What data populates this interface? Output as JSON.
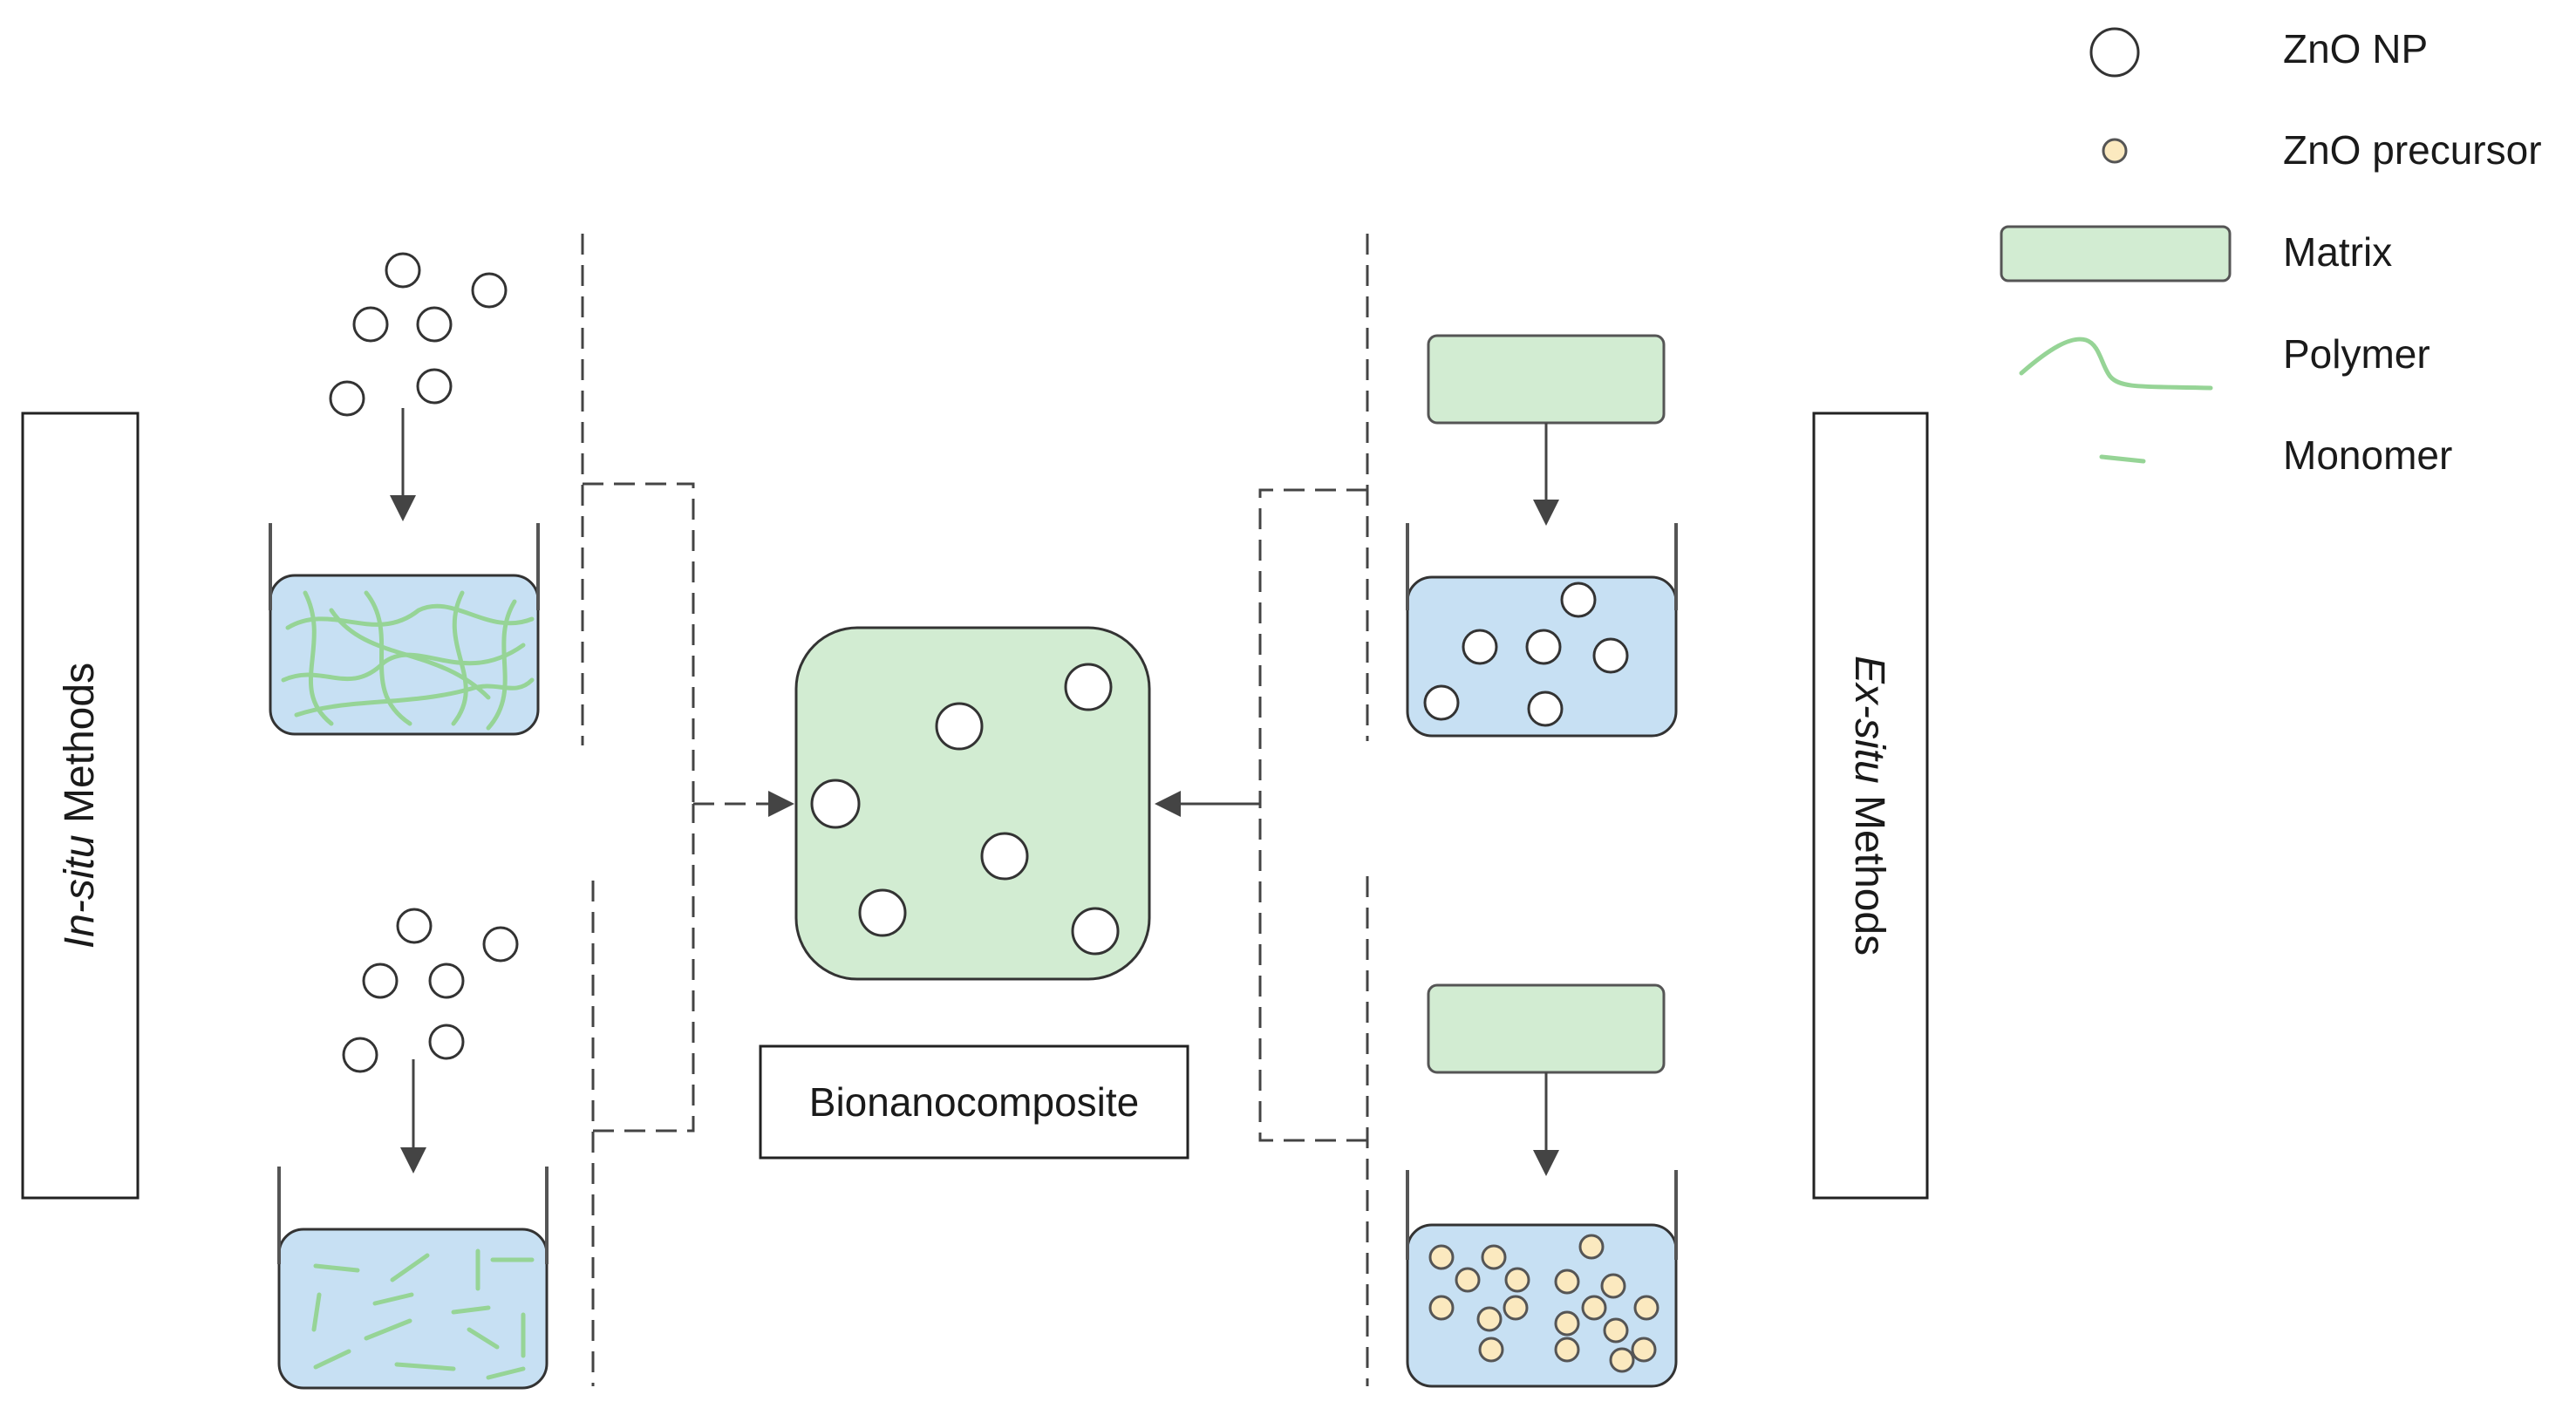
{
  "legend": {
    "zno_np": "ZnO NP",
    "zno_precursor": "ZnO precursor",
    "matrix": "Matrix",
    "polymer": "Polymer",
    "monomer": "Monomer"
  },
  "in_situ": {
    "italic": "In-situ",
    "rest": " Methods"
  },
  "ex_situ": {
    "italic": "Ex-situ",
    "rest": " Methods"
  },
  "center": {
    "label": "Bionanocomposite"
  },
  "colors": {
    "matrix_fill": "#d2ecd2",
    "liquid_fill": "#c7e0f3",
    "polymer_stroke": "#96d496",
    "precursor_fill": "#fbe9bf",
    "line": "#444444"
  }
}
